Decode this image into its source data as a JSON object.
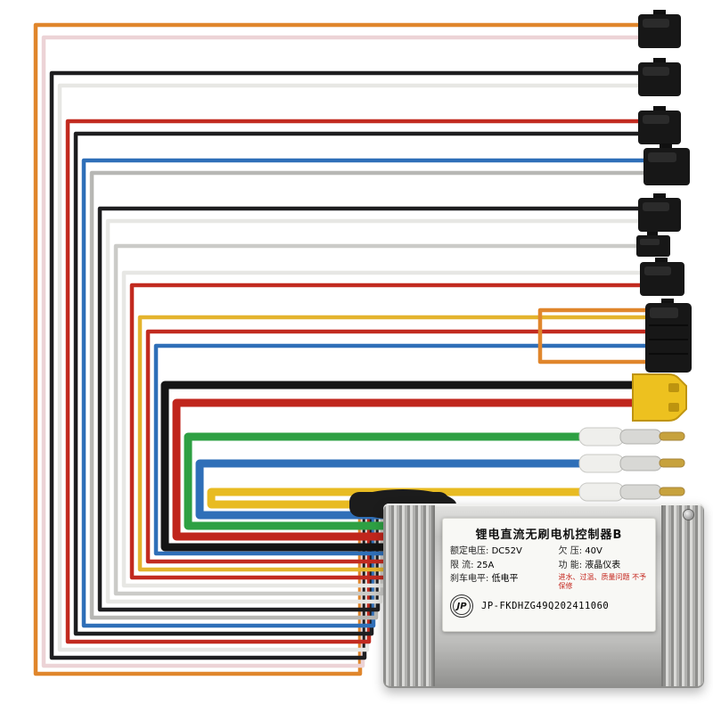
{
  "colors": {
    "background": "#ffffff",
    "sm_body": "#171717",
    "xt60_yellow": "#edc11f",
    "bullet_sleeve": "#efefec",
    "bullet_barrel": "#d8d8d5",
    "bullet_tip": "#c7a23d",
    "harness": "#1c1c1c",
    "warning_red": "#c4231a"
  },
  "wires": [
    {
      "name": "orange-signal",
      "color": "#e0862c"
    },
    {
      "name": "pink-signal",
      "color": "#ecd3d6"
    },
    {
      "name": "black-signal-1",
      "color": "#1e1e20"
    },
    {
      "name": "white-signal-1",
      "color": "#e7e7e4"
    },
    {
      "name": "red-signal-1",
      "color": "#c22b20"
    },
    {
      "name": "black-signal-2",
      "color": "#1e1e20"
    },
    {
      "name": "blue-signal-1",
      "color": "#2f6fb8"
    },
    {
      "name": "gray-signal-1",
      "color": "#b7b7b4"
    },
    {
      "name": "black-signal-3",
      "color": "#1e1e20"
    },
    {
      "name": "white-signal-2",
      "color": "#e7e7e4"
    },
    {
      "name": "gray-signal-2",
      "color": "#cbcbc8"
    },
    {
      "name": "white-signal-3",
      "color": "#e7e7e4"
    },
    {
      "name": "red-signal-2",
      "color": "#c22b20"
    },
    {
      "name": "yellow-signal",
      "color": "#e4b42e"
    },
    {
      "name": "red-signal-3",
      "color": "#c22b20"
    },
    {
      "name": "blue-signal-2",
      "color": "#2f6fb8"
    },
    {
      "name": "orange-branch",
      "color": "#e0862c"
    },
    {
      "name": "black-power",
      "color": "#141414"
    },
    {
      "name": "red-power",
      "color": "#c0251c"
    },
    {
      "name": "green-phase",
      "color": "#2ea043"
    },
    {
      "name": "blue-phase",
      "color": "#2f6fb8"
    },
    {
      "name": "yellow-phase",
      "color": "#e8bb22"
    }
  ],
  "controller": {
    "label": {
      "title": "锂电直流无刷电机控制器B",
      "specs": [
        {
          "k": "额定电压:",
          "v": "DC52V"
        },
        {
          "k": "欠  压:",
          "v": "40V"
        },
        {
          "k": "限  流:",
          "v": "25A"
        },
        {
          "k": "功  能:",
          "v": "液晶仪表"
        },
        {
          "k": "刹车电平:",
          "v": "低电平"
        }
      ],
      "warning": "进水、过温、质量问题 不予保修",
      "logo": "JP",
      "serial": "JP-FKDHZG49Q202411060"
    }
  }
}
